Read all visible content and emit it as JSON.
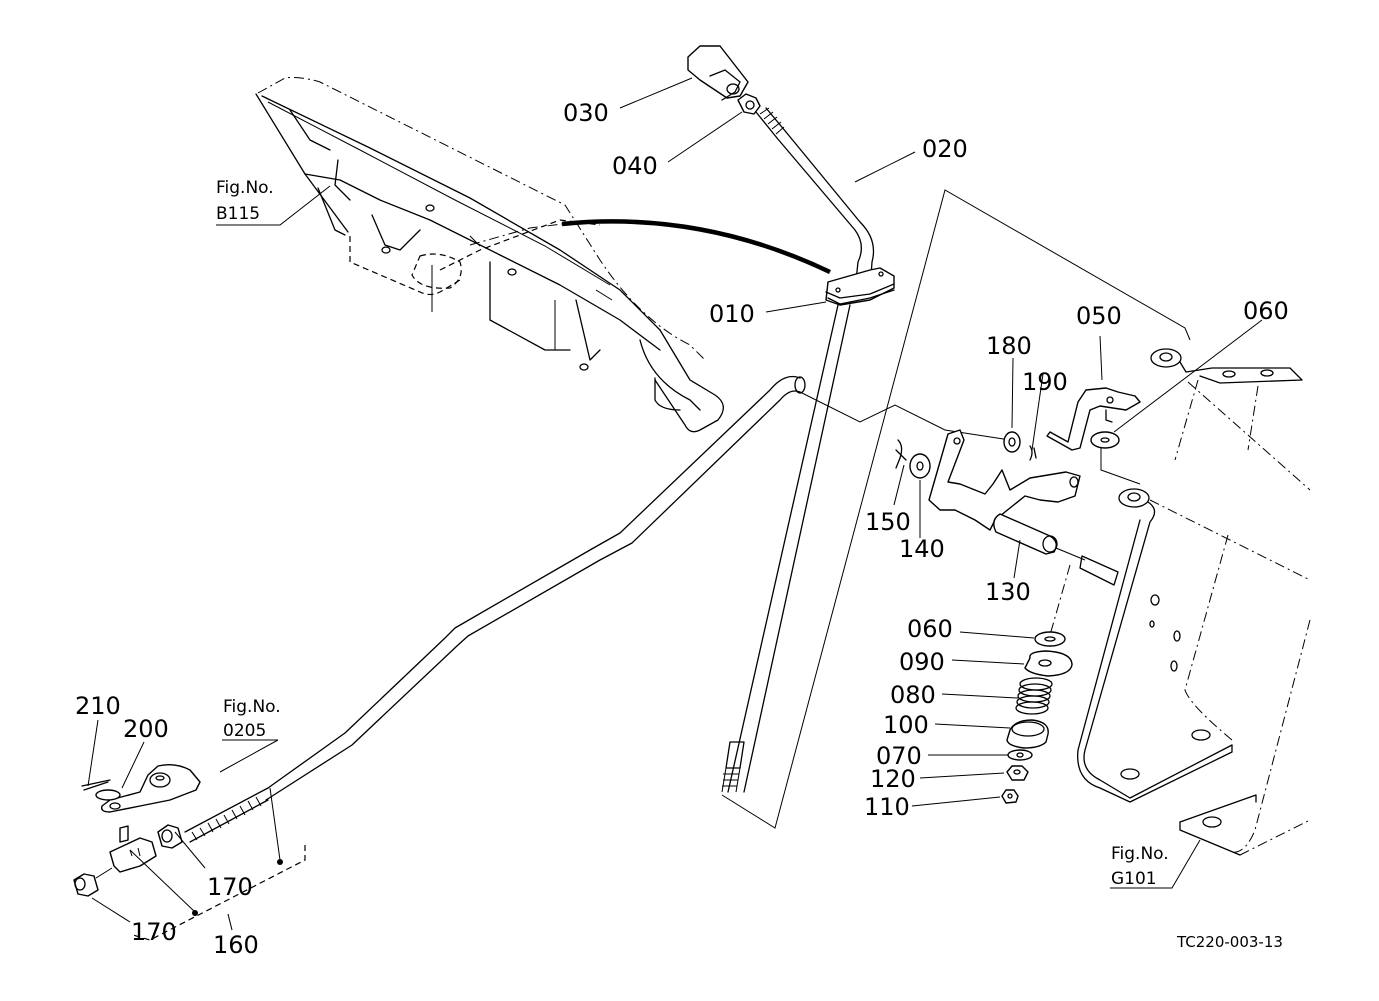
{
  "diagram": {
    "type": "exploded parts diagram",
    "drawing_code": "TC220-003-13",
    "part_labels": [
      {
        "id": "030",
        "text": "030"
      },
      {
        "id": "040",
        "text": "040"
      },
      {
        "id": "020",
        "text": "020"
      },
      {
        "id": "010",
        "text": "010"
      },
      {
        "id": "050",
        "text": "050"
      },
      {
        "id": "060a",
        "text": "060"
      },
      {
        "id": "180",
        "text": "180"
      },
      {
        "id": "190",
        "text": "190"
      },
      {
        "id": "150",
        "text": "150"
      },
      {
        "id": "140",
        "text": "140"
      },
      {
        "id": "130",
        "text": "130"
      },
      {
        "id": "060b",
        "text": "060"
      },
      {
        "id": "090",
        "text": "090"
      },
      {
        "id": "080",
        "text": "080"
      },
      {
        "id": "100",
        "text": "100"
      },
      {
        "id": "070",
        "text": "070"
      },
      {
        "id": "120",
        "text": "120"
      },
      {
        "id": "110",
        "text": "110"
      },
      {
        "id": "210",
        "text": "210"
      },
      {
        "id": "200",
        "text": "200"
      },
      {
        "id": "170a",
        "text": "170"
      },
      {
        "id": "170b",
        "text": "170"
      },
      {
        "id": "160",
        "text": "160"
      }
    ],
    "figure_references": [
      {
        "id": "b115",
        "caption": "Fig.No.",
        "number": "B115"
      },
      {
        "id": "0205",
        "caption": "Fig.No.",
        "number": "0205"
      },
      {
        "id": "g101",
        "caption": "Fig.No.",
        "number": "G101"
      }
    ]
  }
}
